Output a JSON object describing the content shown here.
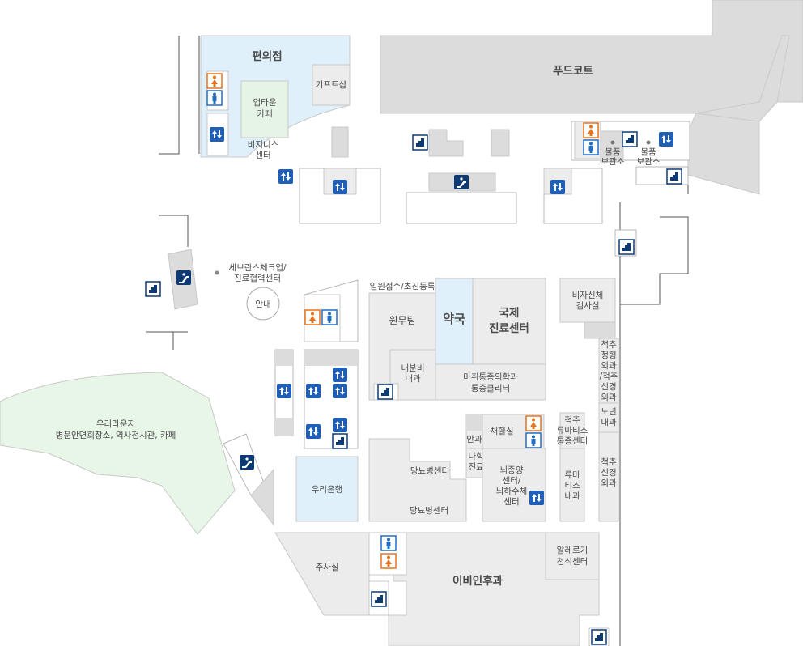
{
  "colors": {
    "room": "#ececec",
    "room_dark": "#dcdcdc",
    "food_court": "#dcdcdc",
    "highlight_blue": "#dff0fb",
    "lounge_green": "#e8f6e8",
    "cafe_green": "#e6f4e6",
    "icon_navy": "#0d3a73",
    "icon_blue": "#1f6fc5",
    "icon_orange": "#e8731b"
  },
  "places": {
    "convenience_store": "편의점",
    "uptown_cafe_l1": "업타운",
    "uptown_cafe_l2": "카페",
    "gift_shop": "기프트샵",
    "business_center_l1": "비지니스",
    "business_center_l2": "센터",
    "food_court": "푸드코트",
    "storage_a_l1": "물품",
    "storage_a_l2": "보관소",
    "storage_b_l1": "물품",
    "storage_b_l2": "보관소",
    "severance_checkup_l1": "세브란스체크업/",
    "severance_checkup_l2": "진료협력센터",
    "info": "안내",
    "admission": "입원접수/초진등록",
    "pharmacy": "약국",
    "international_l1": "국제",
    "international_l2": "진료센터",
    "admin_team": "원무팀",
    "endocrine_l1": "내분비",
    "endocrine_l2": "내과",
    "anesthesia_l1": "마취통증의학과",
    "anesthesia_l2": "통증클리닉",
    "body_screening_l1": "비자신체",
    "body_screening_l2": "검사실",
    "spine_col": "척추 정형 외과 /척추 신경 외과",
    "geriatrics_col": "노년 내과",
    "spine_neuro_col": "척추 신경 외과",
    "rheum_pain_l1": "척추",
    "rheum_pain_l2": "류마티스",
    "rheum_pain_l3": "통증센터",
    "rheumatology_col": "류마 티스 내과",
    "ophthalmology": "안과",
    "blood_draw": "채혈실",
    "multi_clinic_l1": "다학제",
    "multi_clinic_l2": "진료실",
    "brain_tumor_l1": "뇌종양",
    "brain_tumor_l2": "센터/",
    "brain_tumor_l3": "뇌하수체",
    "brain_tumor_l4": "센터",
    "diabetes_a": "당뇨병센터",
    "diabetes_b": "당뇨병센터",
    "woori_bank": "우리은행",
    "lounge_l1": "우리라운지",
    "lounge_l2": "병문안면회장소, 역사전시관, 카페",
    "injection_room": "주사실",
    "ent": "이비인후과",
    "allergy_l1": "알레르기",
    "allergy_l2": "천식센터"
  },
  "icons": {
    "stairs": "stairs-icon",
    "elevator": "elevator-icon",
    "escalator": "escalator-icon",
    "women": "women-restroom-icon",
    "men": "men-restroom-icon"
  }
}
